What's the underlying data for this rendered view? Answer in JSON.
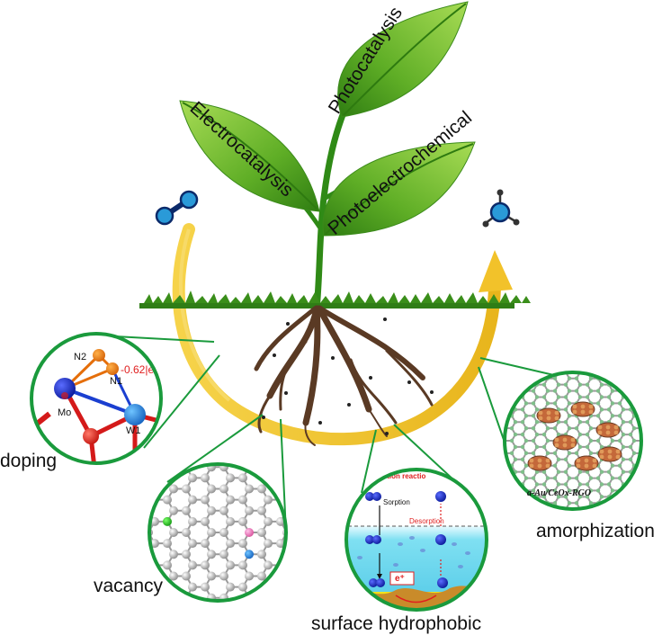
{
  "leaves": {
    "photocatalysis": "Photocatalysis",
    "electrocatalysis": "Electrocatalysis",
    "photoelectrochemical": "Photoelectrochemical"
  },
  "strategies": {
    "doping": "doping",
    "vacancy": "vacancy",
    "surface_hydrophobic": "surface hydrophobic",
    "amorphization": "amorphization"
  },
  "doping_inset": {
    "atom_n2": "N2",
    "atom_n1": "N1",
    "atom_mo": "Mo",
    "atom_w1": "W1",
    "charge": "-0.62|e|"
  },
  "hydrophobic_inset": {
    "top_text": "duction reactio",
    "sorption": "Sorption",
    "desorption": "Desorption",
    "electron": "e⁺"
  },
  "amorph_inset": {
    "caption": "a-Au/CeOx-RGO"
  },
  "colors": {
    "leaf": "#6dbb2f",
    "leaf_dark": "#2f7d12",
    "stem": "#2f8a16",
    "arc": "#f2c22a",
    "arc_dark": "#d9a514",
    "inset_border": "#1a9a3c",
    "root": "#5a3a24",
    "molecule": "#2a9ad8"
  },
  "icons": [
    "n2-molecule-icon",
    "nh3-molecule-icon"
  ]
}
